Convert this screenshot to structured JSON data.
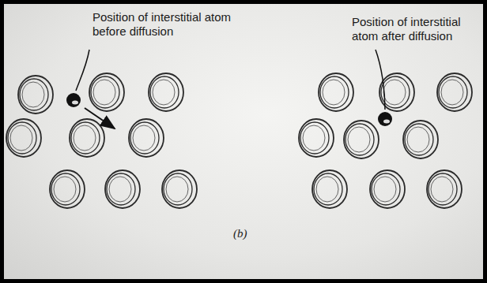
{
  "diagram": {
    "labels": [
      "Position of interstitial atom before diffusion",
      "Position of interstitial atom after diffusion",
      "(b)"
    ]
  }
}
